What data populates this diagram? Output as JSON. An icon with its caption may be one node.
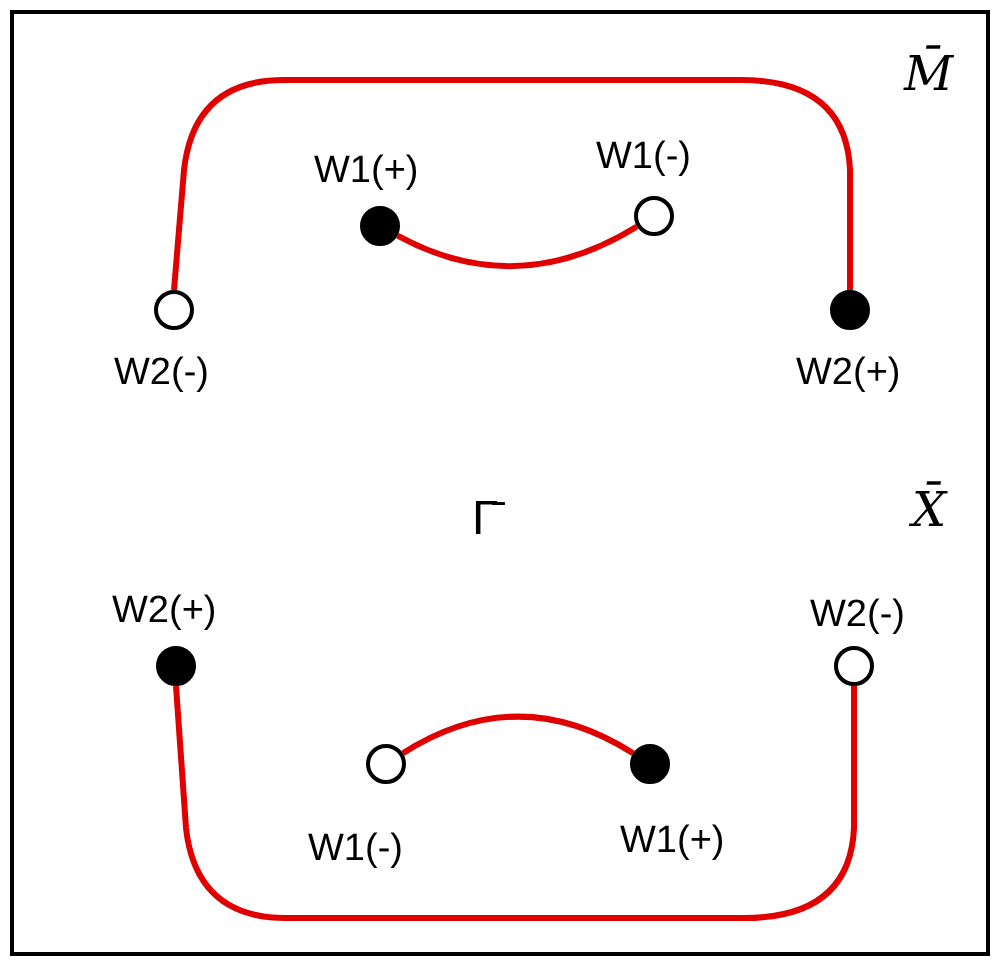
{
  "diagram": {
    "nodes": [
      {
        "text": [],
        "shape": "circle",
        "beside": [
          "W1(+)"
        ]
      },
      {
        "text": [],
        "shape": "circle",
        "beside": [
          "W1(-)"
        ]
      },
      {
        "text": [],
        "shape": "circle",
        "beside": [
          "W2(-)"
        ]
      },
      {
        "text": [],
        "shape": "circle",
        "beside": [
          "W2(+)"
        ]
      },
      {
        "text": [],
        "shape": "circle",
        "beside": [
          "W2(+)"
        ]
      },
      {
        "text": [],
        "shape": "circle",
        "beside": [
          "W2(-)"
        ]
      },
      {
        "text": [],
        "shape": "circle",
        "beside": [
          "W1(-)"
        ]
      },
      {
        "text": [],
        "shape": "circle",
        "beside": [
          "W1(+)"
        ]
      }
    ],
    "edges": [
      {
        "from": 0,
        "to": 1,
        "arrow": "none"
      },
      {
        "from": 2,
        "to": 3,
        "arrow": "none"
      },
      {
        "from": 4,
        "to": 5,
        "arrow": "none"
      },
      {
        "from": 6,
        "to": 7,
        "arrow": "none"
      }
    ],
    "labels": [
      "M̄",
      "Γ̄",
      "X̄"
    ]
  }
}
